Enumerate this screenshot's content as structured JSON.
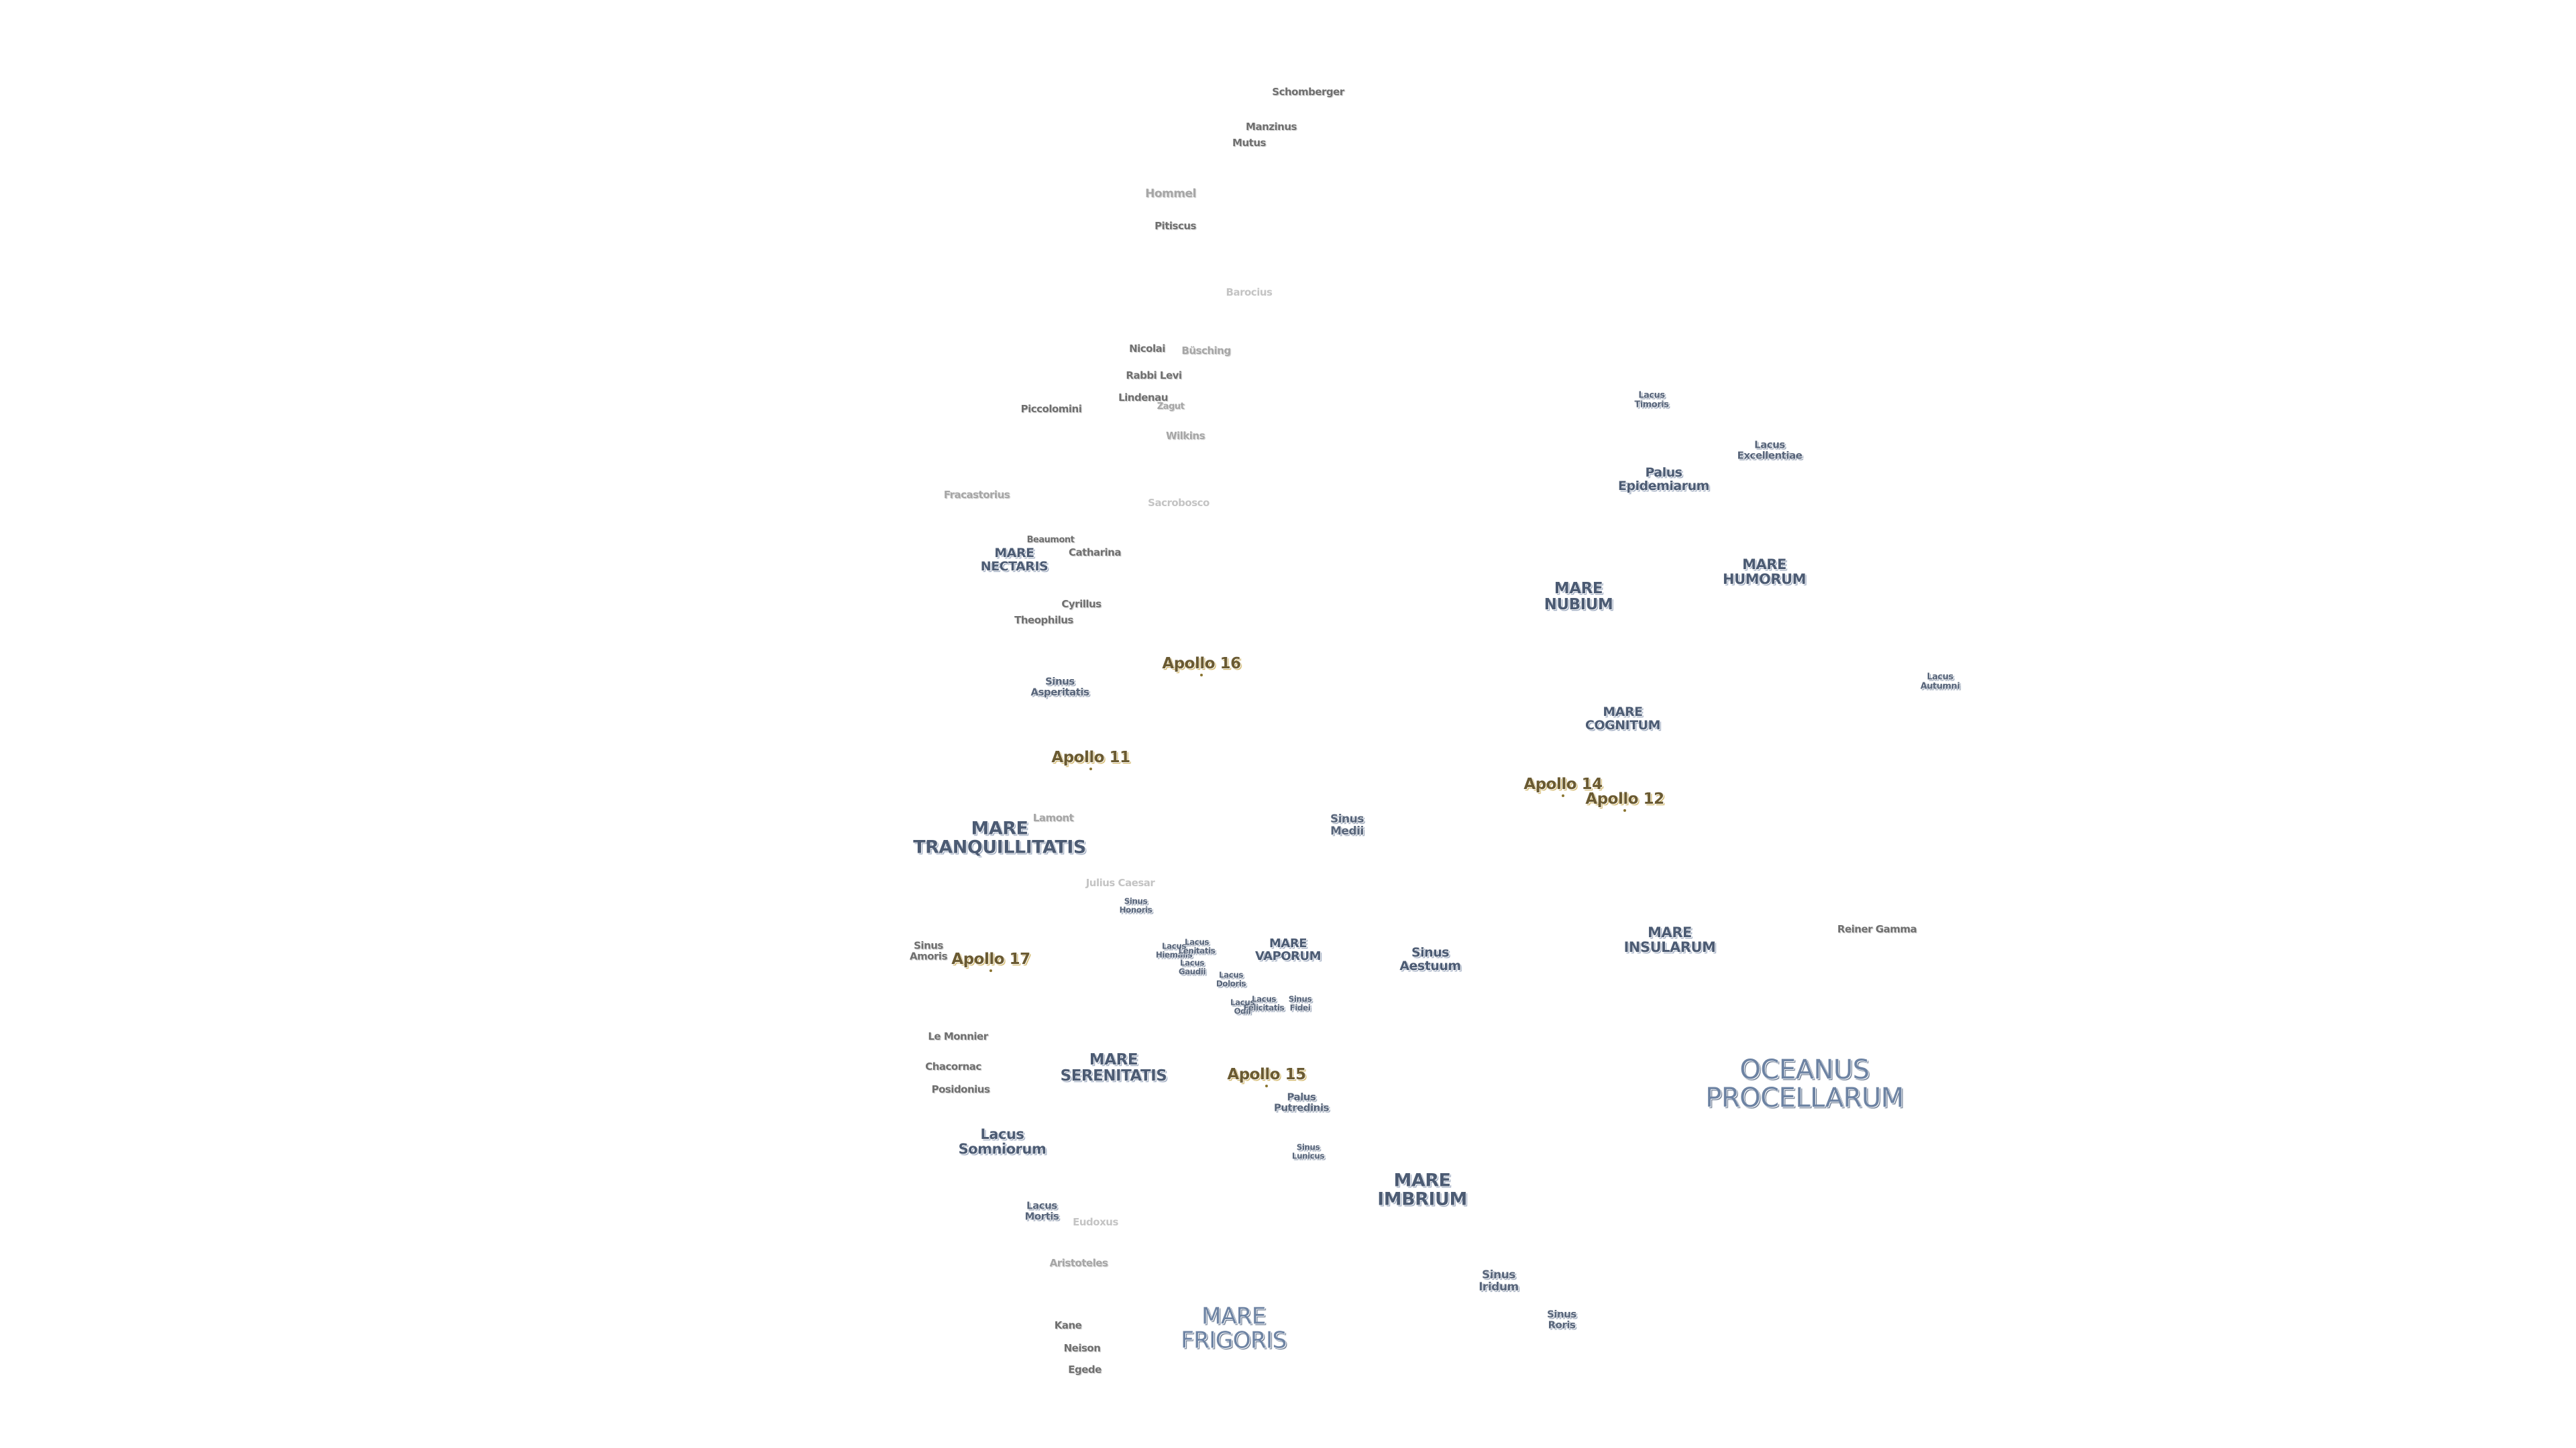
{
  "colors": {
    "background": "#ffffff",
    "crater_label": "#6f6f6f",
    "mare_label": "#4c5b73",
    "large_mare_label": "#6d83a3",
    "apollo_label": "#6a5a32",
    "apollo_glow": "#c9a94e"
  },
  "labels": {
    "schomberger": "Schomberger",
    "manzinus": "Manzinus",
    "mutus": "Mutus",
    "hommel": "Hommel",
    "pitiscus": "Pitiscus",
    "barocius": "Barocius",
    "nicolai": "Nicolai",
    "busching": "Büsching",
    "rabbi_levi": "Rabbi Levi",
    "lindenau": "Lindenau",
    "zagut": "Zagut",
    "piccolomini": "Piccolomini",
    "wilkins": "Wilkins",
    "fracastorius": "Fracastorius",
    "sacrobosco": "Sacrobosco",
    "beaumont": "Beaumont",
    "catharina": "Catharina",
    "mare_nectaris": "MARE\nNECTARIS",
    "cyrillus": "Cyrillus",
    "theophilus": "Theophilus",
    "sinus_asperitatis": "Sinus\nAsperitatis",
    "lacus_timoris": "Lacus\nTimoris",
    "lacus_excellentiae": "Lacus\nExcellentiae",
    "palus_epidemiarum": "Palus\nEpidemiarum",
    "mare_humorum": "MARE\nHUMORUM",
    "mare_nubium": "MARE\nNUBIUM",
    "lacus_autumni": "Lacus\nAutumni",
    "mare_cognitum": "MARE\nCOGNITUM",
    "apollo_16": "Apollo 16",
    "apollo_11": "Apollo 11",
    "apollo_14": "Apollo 14",
    "apollo_12": "Apollo 12",
    "apollo_17": "Apollo 17",
    "apollo_15": "Apollo 15",
    "lamont": "Lamont",
    "mare_tranquillitatis": "MARE\nTRANQUILLITATIS",
    "sinus_medii": "Sinus\nMedii",
    "julius_caesar": "Julius Caesar",
    "sinus_honoris": "Sinus\nHonoris",
    "lacus_hiemalis": "Lacus\nHiemalis",
    "lacus_lenitatis": "Lacus\nLenitatis",
    "mare_vaporum": "MARE\nVAPORUM",
    "lacus_gaudii": "Lacus\nGaudii",
    "lacus_doloris": "Lacus\nDoloris",
    "sinus_aestuum": "Sinus\nAestuum",
    "lacus_odii": "Lacus\nOdii",
    "lacus_felicitatis": "Lacus\nFelicitatis",
    "sinus_fidei": "Sinus\nFidei",
    "mare_insularum": "MARE\nINSULARUM",
    "reiner_gamma": "Reiner Gamma",
    "sinus_amoris": "Sinus\nAmoris",
    "le_monnier": "Le Monnier",
    "chacornac": "Chacornac",
    "posidonius": "Posidonius",
    "mare_serenitatis": "MARE\nSERENITATIS",
    "palus_putredinis": "Palus\nPutredinis",
    "oceanus_procellarum": "OCEANUS\nPROCELLARUM",
    "lacus_somniorum": "Lacus\nSomniorum",
    "sinus_lunicus": "Sinus\nLunicus",
    "mare_imbrium": "MARE\nIMBRIUM",
    "lacus_mortis": "Lacus\nMortis",
    "eudoxus": "Eudoxus",
    "aristoteles": "Aristoteles",
    "sinus_iridum": "Sinus\nIridum",
    "mare_frigoris": "MARE\nFRIGORIS",
    "sinus_roris": "Sinus\nRoris",
    "kane": "Kane",
    "neison": "Neison",
    "egede": "Egede"
  }
}
